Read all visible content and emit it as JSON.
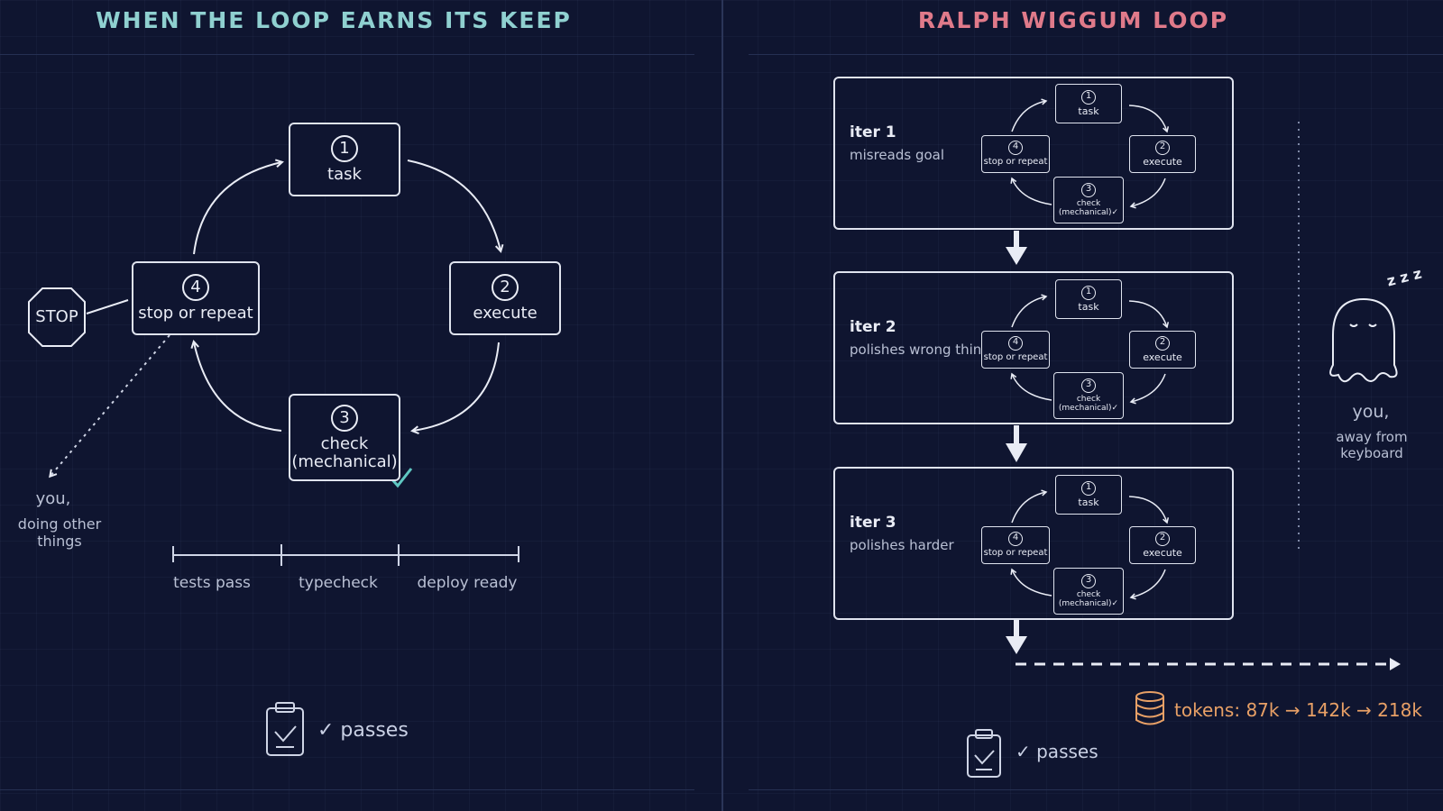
{
  "left": {
    "title": "WHEN THE LOOP EARNS ITS KEEP",
    "steps": [
      {
        "num": "1",
        "label": "task"
      },
      {
        "num": "2",
        "label": "execute"
      },
      {
        "num": "3",
        "label": "check\n(mechanical)"
      },
      {
        "num": "4",
        "label": "stop or repeat"
      }
    ],
    "stop_sign": "STOP",
    "you_label": "you,",
    "you_sub": "doing other things",
    "criteria": [
      "tests pass",
      "typecheck",
      "deploy ready"
    ],
    "result": "✓ passes"
  },
  "right": {
    "title": "RALPH WIGGUM LOOP",
    "iterations": [
      {
        "name": "iter 1",
        "desc": "misreads goal"
      },
      {
        "name": "iter 2",
        "desc": "polishes wrong thing"
      },
      {
        "name": "iter 3",
        "desc": "polishes harder"
      }
    ],
    "mini_steps": [
      {
        "num": "1",
        "label": "task"
      },
      {
        "num": "2",
        "label": "execute"
      },
      {
        "num": "3",
        "label": "check\n(mechanical)✓"
      },
      {
        "num": "4",
        "label": "stop or repeat"
      }
    ],
    "sleep": "z z z",
    "you_label": "you,",
    "you_sub": "away from keyboard",
    "tokens": "tokens: 87k → 142k → 218k",
    "result": "✓ passes"
  },
  "colors": {
    "background": "#0f1530",
    "left_title": "#8fd0d0",
    "right_title": "#e07a8a",
    "check_accent": "#5fc7c2",
    "tokens_accent": "#e8a066"
  },
  "icons": [
    "stop-sign-icon",
    "clipboard-check-icon",
    "database-icon",
    "ghost-icon",
    "checkmark-icon"
  ]
}
